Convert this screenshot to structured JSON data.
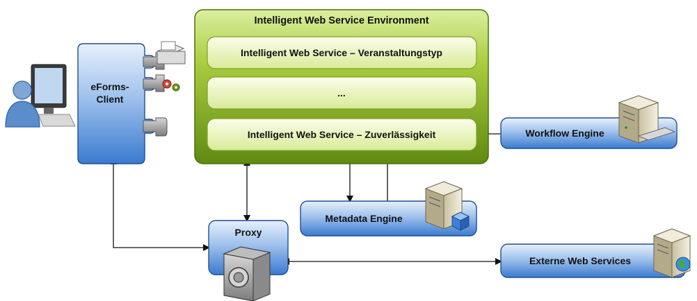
{
  "environment": {
    "title": "Intelligent Web Service Environment",
    "services": [
      "Intelligent Web Service – Veranstaltungstyp",
      "...",
      "Intelligent Web Service – Zuverlässigkeit"
    ]
  },
  "client": {
    "line1": "eForms-",
    "line2": "Client"
  },
  "proxy": {
    "label": "Proxy"
  },
  "metadata_engine": {
    "label": "Metadata Engine"
  },
  "workflow_engine": {
    "label": "Workflow Engine"
  },
  "external_services": {
    "label": "Externe Web Services"
  },
  "icons": [
    "user-icon",
    "monitor-icon",
    "printer-icon",
    "gears-icon",
    "server-icon",
    "globe-icon",
    "cube-icon",
    "proxy-device-icon"
  ],
  "colors": {
    "green_dark": "#6f9a16",
    "green_light": "#eef7c6",
    "blue_dark": "#2f6fc0",
    "blue_light": "#cfe0f6"
  }
}
